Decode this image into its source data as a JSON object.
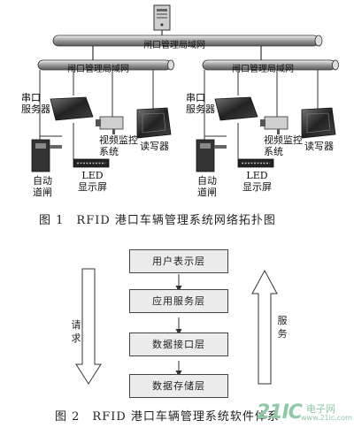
{
  "figure1": {
    "backbone_label": "闸口管理局域网",
    "subnet_left_label": "闸口管理局域网",
    "subnet_right_label": "闸口管理局域网",
    "devices": {
      "serial_server": "串口\n服务器",
      "video": "视频监控\n系统",
      "reader": "读写器",
      "gate": "自动\n道闸",
      "led": "LED\n显示屏"
    },
    "caption": "图 1　RFID 港口车辆管理系统网络拓扑图"
  },
  "figure2": {
    "layers": [
      "用户表示层",
      "应用服务层",
      "数据接口层",
      "数据存储层"
    ],
    "request_label": "请\n求",
    "service_label": "服\n务",
    "caption": "图 2　RFID 港口车辆管理系统软件体系"
  },
  "watermark": {
    "brand": "21IC",
    "site_cn": "电子网",
    "url": "www.21ic.com"
  }
}
